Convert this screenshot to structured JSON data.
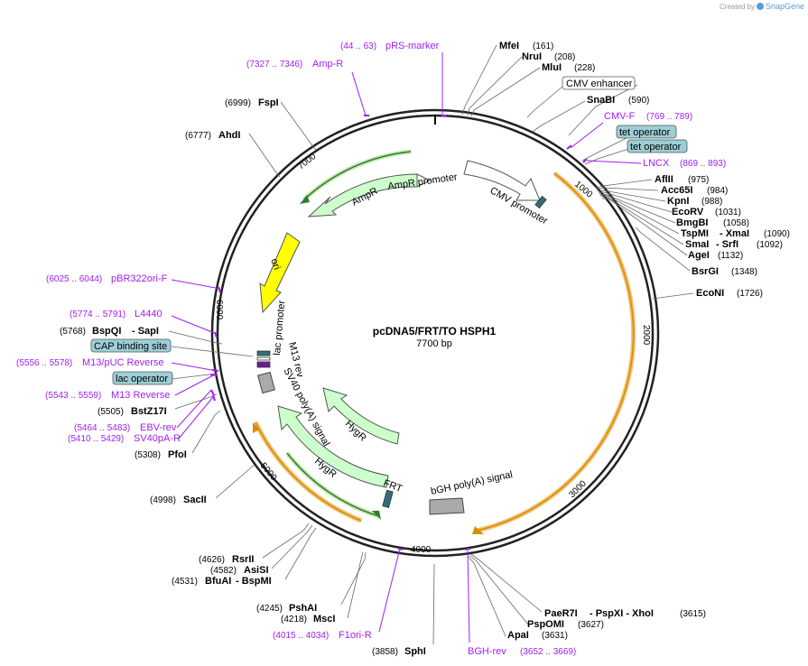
{
  "header": {
    "created_by": "Created by",
    "brand": "SnapGene"
  },
  "plasmid": {
    "name": "pcDNA5/FRT/TO HSPH1",
    "length": "7700 bp"
  },
  "ticks": [
    "1000",
    "2000",
    "3000",
    "4000",
    "5000",
    "6000",
    "7000"
  ],
  "sites": [
    {
      "name": "MfeI",
      "pos": "(161)"
    },
    {
      "name": "NruI",
      "pos": "(208)"
    },
    {
      "name": "MluI",
      "pos": "(228)"
    },
    {
      "name": "SnaBI",
      "pos": "(590)"
    },
    {
      "name": "AflII",
      "pos": "(975)"
    },
    {
      "name": "Acc65I",
      "pos": "(984)"
    },
    {
      "name": "KpnI",
      "pos": "(988)"
    },
    {
      "name": "EcoRV",
      "pos": "(1031)"
    },
    {
      "name": "BmgBI",
      "pos": "(1058)"
    },
    {
      "name": "TspMI",
      "sep": "- XmaI",
      "pos": "(1090)"
    },
    {
      "name": "SmaI",
      "sep": "- SrfI",
      "pos": "(1092)"
    },
    {
      "name": "AgeI",
      "pos": "(1132)"
    },
    {
      "name": "BsrGI",
      "pos": "(1348)"
    },
    {
      "name": "EcoNI",
      "pos": "(1726)"
    },
    {
      "name": "PaeR7I",
      "sep": "- PspXI - XhoI",
      "pos": "(3615)"
    },
    {
      "name": "PspOMI",
      "pos": "(3627)"
    },
    {
      "name": "ApaI",
      "pos": "(3631)"
    },
    {
      "name": "SphI",
      "pos": "(3858)"
    },
    {
      "name": "MscI",
      "pos": "(4218)"
    },
    {
      "name": "PshAI",
      "pos": "(4245)"
    },
    {
      "name": "BfuAI",
      "sep": "- BspMI",
      "pos": "(4531)"
    },
    {
      "name": "AsiSI",
      "pos": "(4582)"
    },
    {
      "name": "RsrII",
      "pos": "(4626)"
    },
    {
      "name": "SacII",
      "pos": "(4998)"
    },
    {
      "name": "PfoI",
      "pos": "(5308)"
    },
    {
      "name": "BstZ17I",
      "pos": "(5505)"
    },
    {
      "name": "BspQI",
      "sep": "- SapI",
      "pos": "(5768)"
    },
    {
      "name": "AhdI",
      "pos": "(6777)"
    },
    {
      "name": "FspI",
      "pos": "(6999)"
    }
  ],
  "primers": [
    {
      "name": "pRS-marker",
      "pos": "(44 .. 63)"
    },
    {
      "name": "Amp-R",
      "pos": "(7327 .. 7346)"
    },
    {
      "name": "CMV-F",
      "pos": "(769 .. 789)"
    },
    {
      "name": "LNCX",
      "pos": "(869 .. 893)"
    },
    {
      "name": "pBR322ori-F",
      "pos": "(6025 .. 6044)"
    },
    {
      "name": "L4440",
      "pos": "(5774 .. 5791)"
    },
    {
      "name": "M13/pUC Reverse",
      "pos": "(5556 .. 5578)"
    },
    {
      "name": "M13 Reverse",
      "pos": "(5543 .. 5559)"
    },
    {
      "name": "EBV-rev",
      "pos": "(5464 .. 5483)"
    },
    {
      "name": "SV40pA-R",
      "pos": "(5410 .. 5429)"
    },
    {
      "name": "F1ori-R",
      "pos": "(4015 .. 4034)"
    },
    {
      "name": "BGH-rev",
      "pos": "(3652 .. 3669)"
    }
  ],
  "boxed_features": [
    "CMV enhancer",
    "tet operator",
    "tet operator",
    "CAP binding site",
    "lac operator"
  ],
  "features": {
    "ampr": "AmpR",
    "ampr_promoter": "AmpR promoter",
    "cmv_promoter": "CMV promoter",
    "ori": "ori",
    "lac_promoter": "lac promoter",
    "m13_rev": "M13 rev",
    "sv40": "SV40 poly(A) signal",
    "hygr1": "HygR",
    "hygr2": "HygR",
    "frt": "FRT",
    "bgh": "bGH poly(A) signal"
  },
  "colors": {
    "backbone": "#222222",
    "primer": "#a020f0",
    "orf_arrow": "#ccffcc",
    "ori_arrow": "#ffff00",
    "promoter": "#ffffff",
    "operator_box": "#9ccfd6",
    "terminator": "#aaaaaa",
    "orange_orf": "#f0a000",
    "green_orf": "#2e8b57"
  }
}
